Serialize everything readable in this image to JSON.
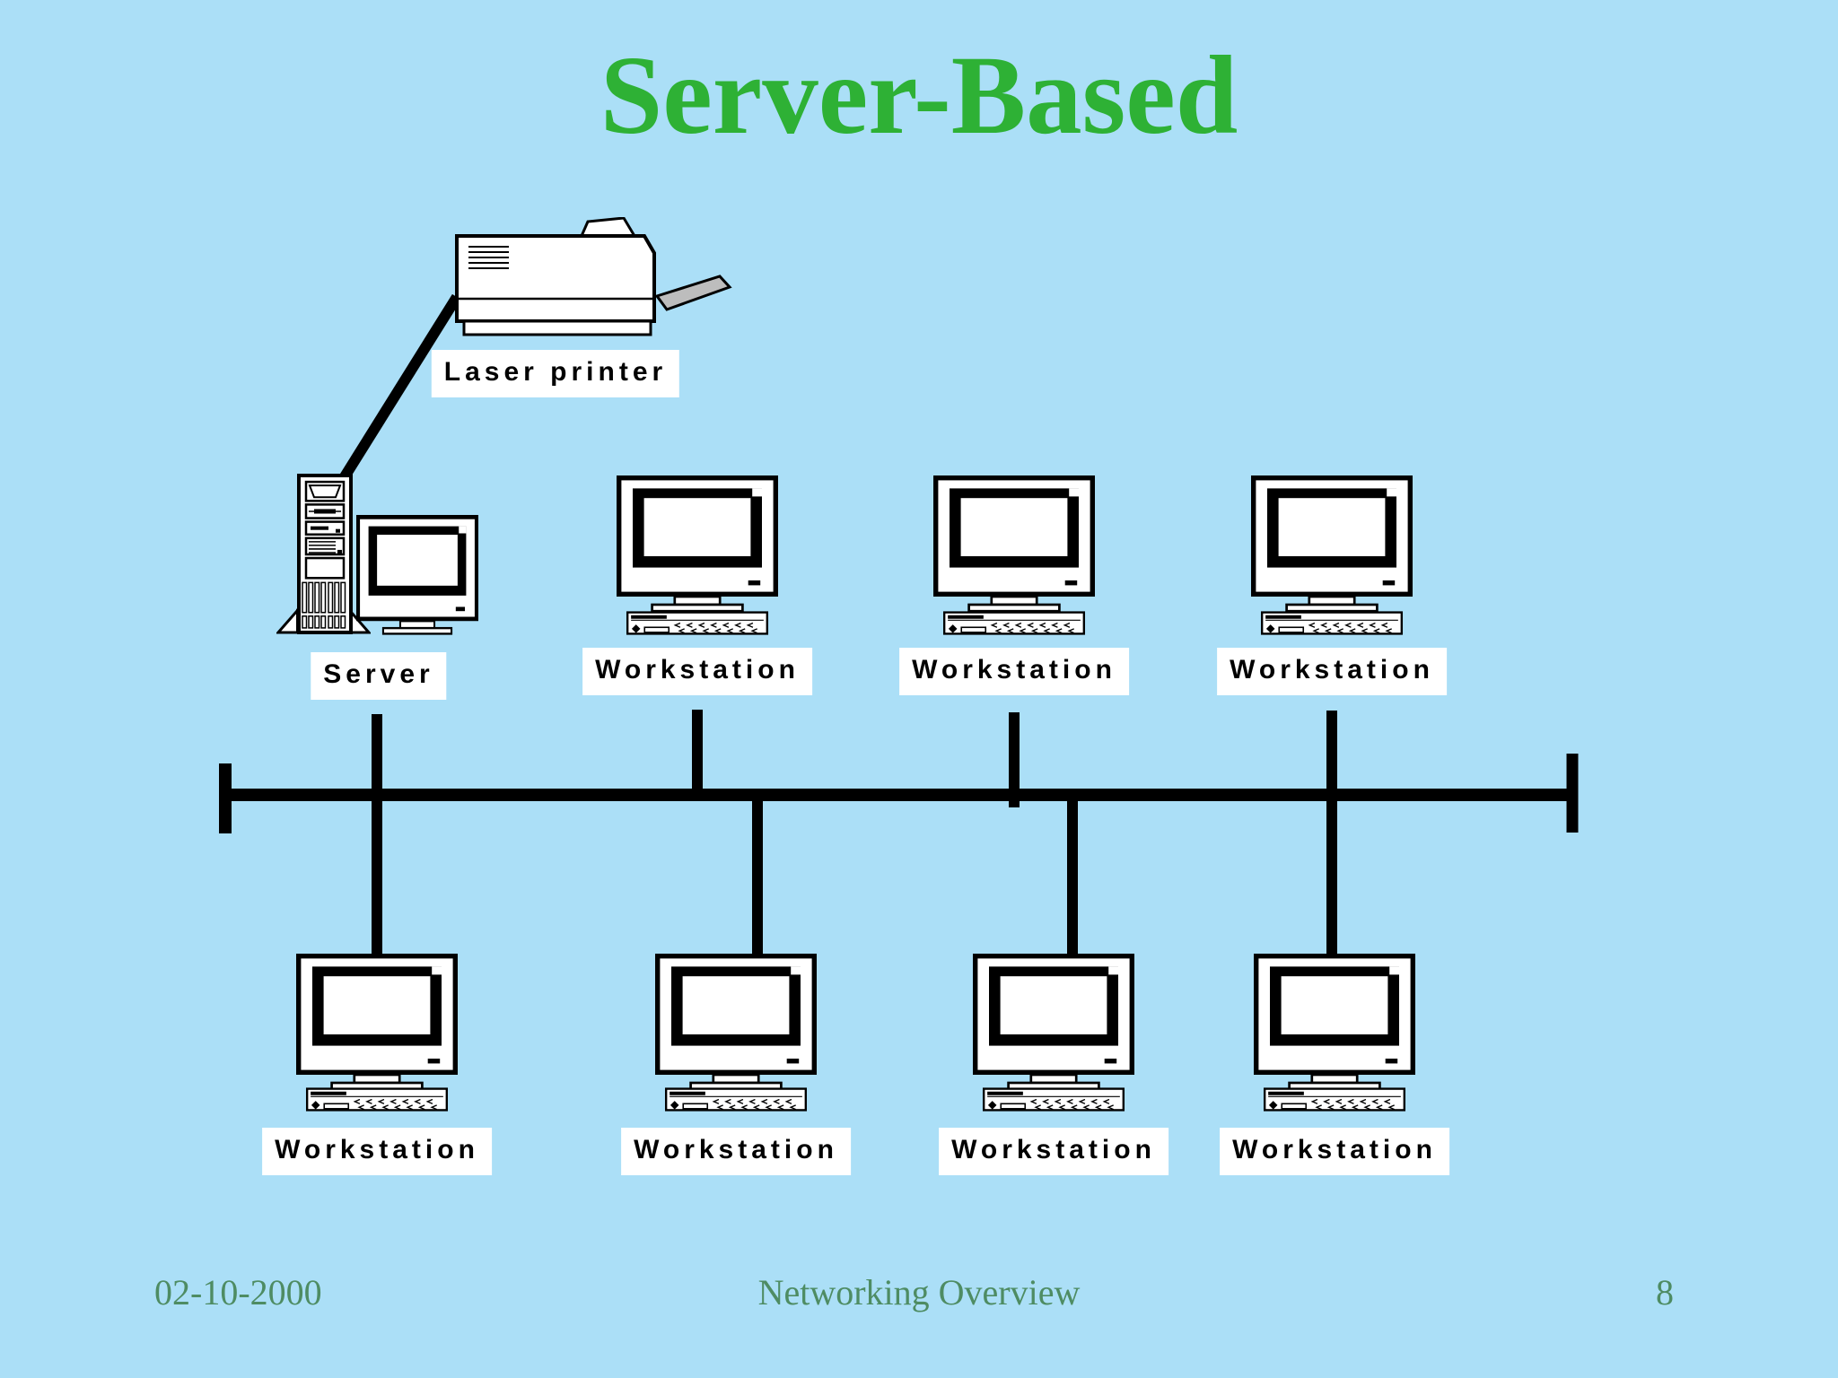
{
  "slide": {
    "title": "Server-Based",
    "footer": {
      "date": "02-10-2000",
      "title": "Networking Overview",
      "page_number": "8"
    },
    "colors": {
      "background": "#ABDFF7",
      "title_text": "#2EB135",
      "footer_text": "#4E8C63",
      "line": "#000000",
      "device_fill": "#FFFFFF",
      "device_outline": "#000000",
      "printer_tray_gray": "#BDBDBD",
      "label_background": "#FFFFFF"
    },
    "icons": {
      "printer": "laser-printer-icon",
      "server_tower": "server-tower-icon",
      "monitor": "crt-monitor-icon",
      "keyboard": "keyboard-icon",
      "bus": "bus-line",
      "terminator": "bus-terminator"
    }
  },
  "diagram": {
    "printer": {
      "label": "Laser printer"
    },
    "server": {
      "label": "Server"
    },
    "top_workstations": [
      {
        "label": "Workstation"
      },
      {
        "label": "Workstation"
      },
      {
        "label": "Workstation"
      }
    ],
    "bottom_workstations": [
      {
        "label": "Workstation"
      },
      {
        "label": "Workstation"
      },
      {
        "label": "Workstation"
      },
      {
        "label": "Workstation"
      }
    ]
  }
}
